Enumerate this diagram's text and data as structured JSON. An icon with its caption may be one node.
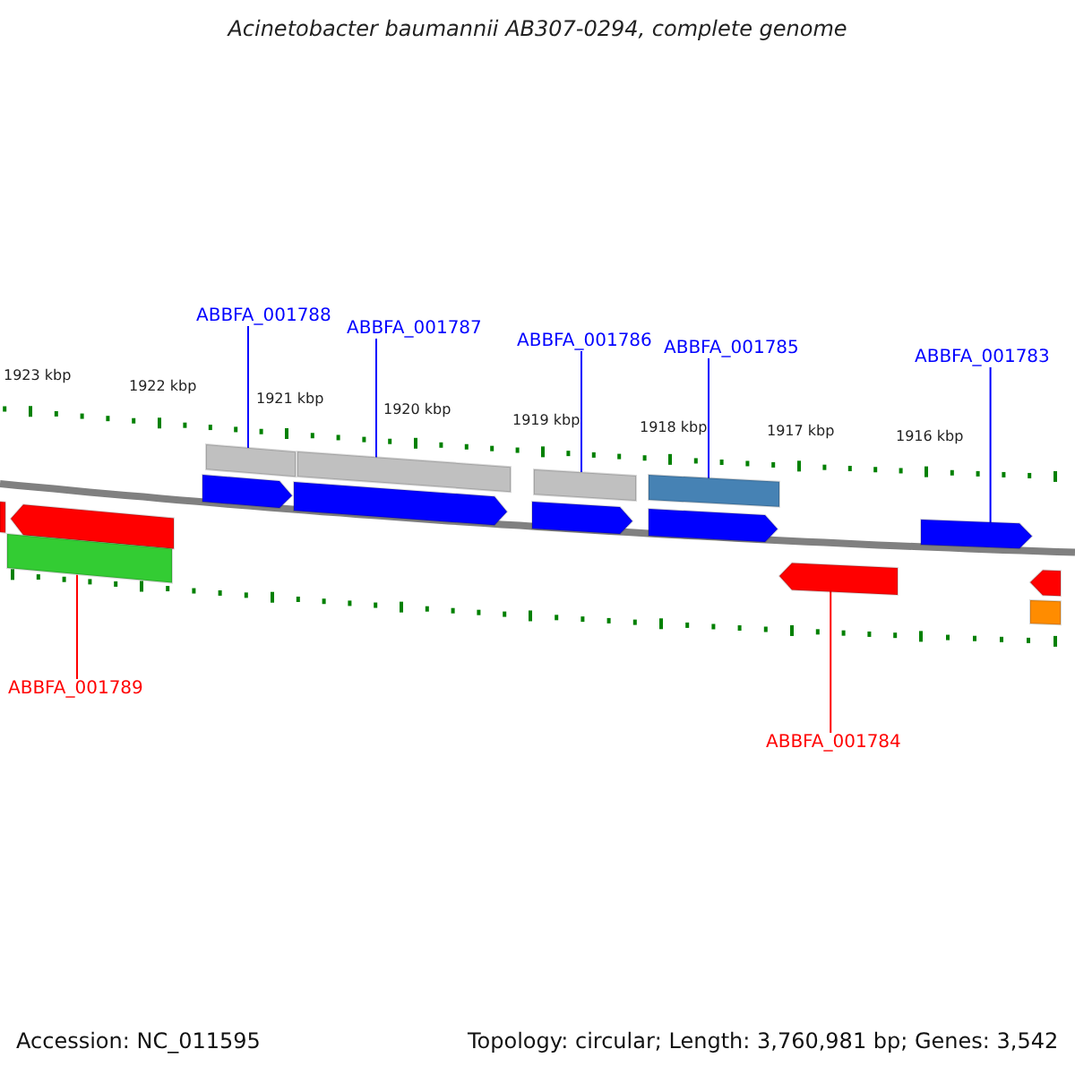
{
  "diagram": {
    "title": "Acinetobacter baumannii AB307-0294, complete genome",
    "nodes": [
      {
        "text": [
          "ABBFA_001788"
        ]
      },
      {
        "text": [
          "ABBFA_001787"
        ]
      },
      {
        "text": [
          "ABBFA_001786"
        ]
      },
      {
        "text": [
          "ABBFA_001785"
        ]
      },
      {
        "text": [
          "ABBFA_001783"
        ]
      },
      {
        "text": [
          "ABBFA_001789"
        ]
      },
      {
        "text": [
          "ABBFA_001784"
        ]
      },
      {
        "text": [],
        "shape": "bar"
      },
      {
        "text": [],
        "shape": "bar"
      },
      {
        "text": [],
        "shape": "arrow"
      },
      {
        "text": [],
        "shape": "arrow"
      },
      {
        "text": [],
        "shape": "bar"
      },
      {
        "text": [],
        "shape": "bar"
      },
      {
        "text": [],
        "shape": "arrow"
      },
      {
        "text": [],
        "shape": "arrow"
      },
      {
        "text": [],
        "shape": "arrow"
      },
      {
        "text": [],
        "shape": "bar"
      },
      {
        "text": [],
        "shape": "arrow"
      },
      {
        "text": [],
        "shape": "bar"
      },
      {
        "text": [],
        "shape": "arrow"
      },
      {
        "text": [],
        "shape": "arrow"
      },
      {
        "text": [],
        "shape": "bar"
      }
    ],
    "edges": [
      {
        "from": 0,
        "to": 7,
        "arrow": "none"
      },
      {
        "from": 1,
        "to": 8,
        "arrow": "none"
      },
      {
        "from": 2,
        "to": 11,
        "arrow": "none"
      },
      {
        "from": 3,
        "to": 12,
        "arrow": "none"
      },
      {
        "from": 4,
        "to": 15,
        "arrow": "none"
      },
      {
        "from": 5,
        "to": 18,
        "arrow": "none",
        "color": "#ff0000"
      },
      {
        "from": 6,
        "to": 19,
        "arrow": "none",
        "color": "#ff0000"
      }
    ],
    "labels": [
      "1923 kbp",
      "1922 kbp",
      "1921 kbp",
      "1920 kbp",
      "1919 kbp",
      "1918 kbp",
      "1917 kbp",
      "1916 kbp",
      "Accession: NC_011595",
      "Topology: circular; Length: 3,760,981 bp; Genes: 3,542"
    ]
  }
}
